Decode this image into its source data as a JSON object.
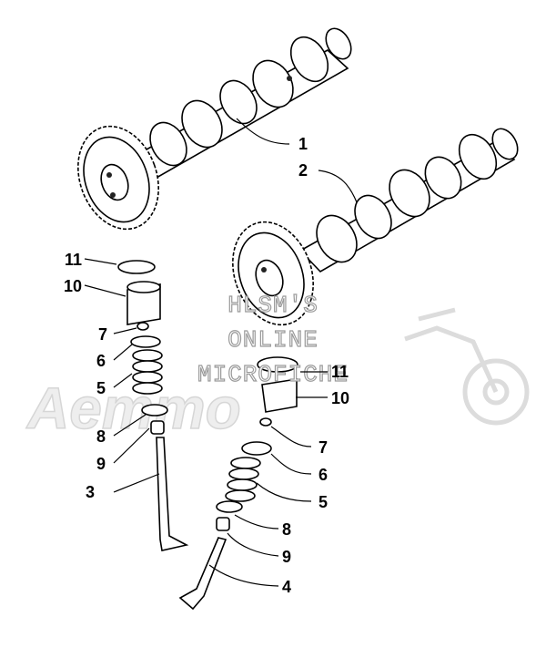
{
  "watermark": {
    "line1": "HLSM'S",
    "line2": "ONLINE",
    "line3": "MICROFICHE",
    "logo_text": "Aemmo"
  },
  "callouts": {
    "c1": "1",
    "c2": "2",
    "c3": "3",
    "c4": "4",
    "left_5": "5",
    "left_6": "6",
    "left_7": "7",
    "left_8": "8",
    "left_9": "9",
    "left_10": "10",
    "left_11": "11",
    "right_5": "5",
    "right_6": "6",
    "right_7": "7",
    "right_8": "8",
    "right_9": "9",
    "right_10": "10",
    "right_11": "11"
  },
  "colors": {
    "line": "#000000",
    "watermark_stroke": "#9a9a9a",
    "logo_fill": "#eeeeee"
  }
}
